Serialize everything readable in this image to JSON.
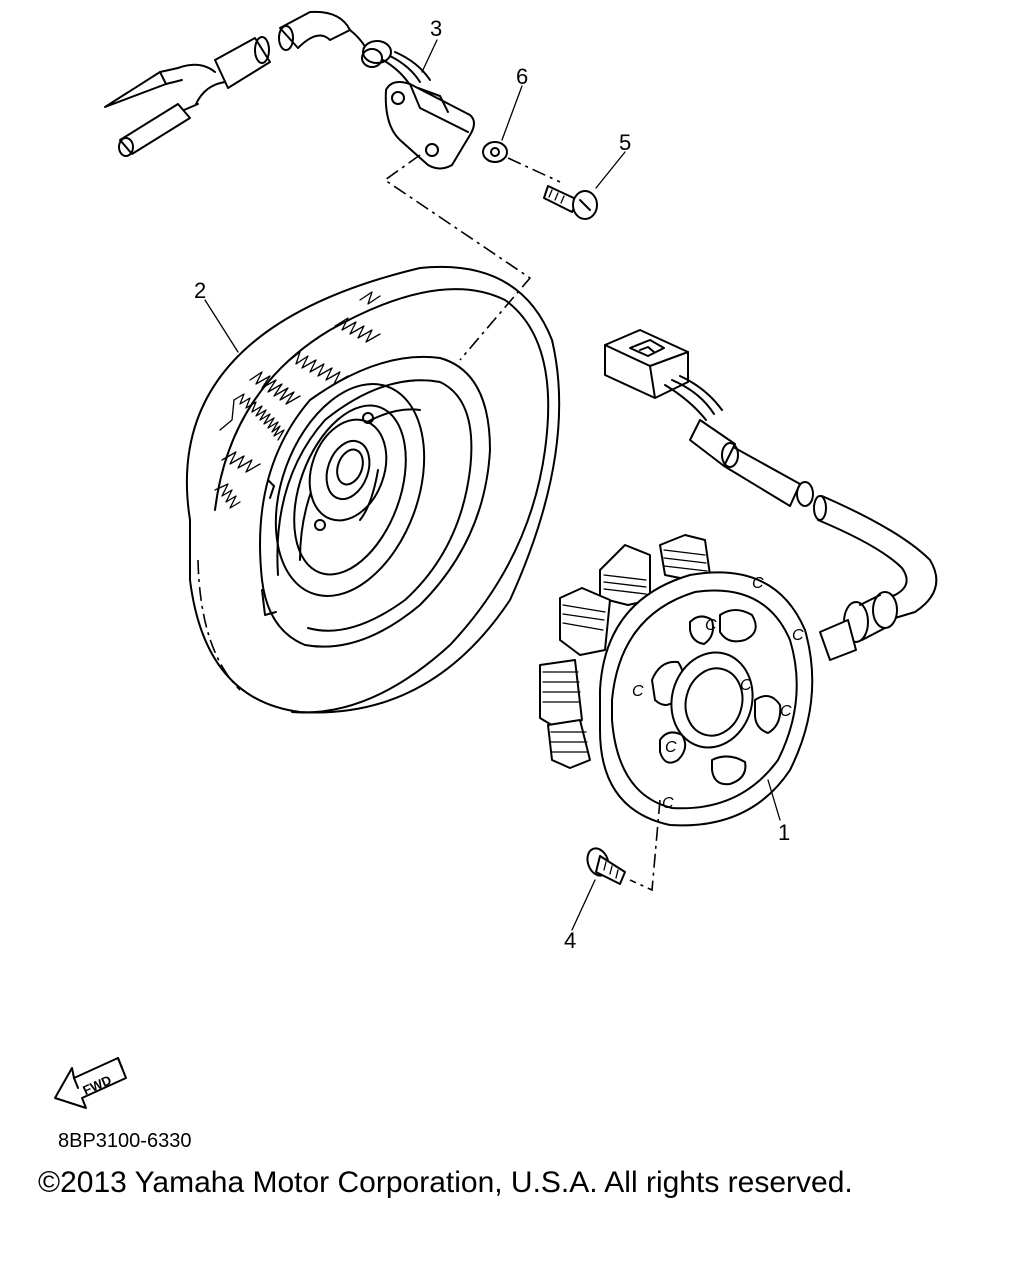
{
  "diagram": {
    "callouts": [
      {
        "id": "1",
        "label": "1"
      },
      {
        "id": "2",
        "label": "2"
      },
      {
        "id": "3",
        "label": "3"
      },
      {
        "id": "4",
        "label": "4"
      },
      {
        "id": "5",
        "label": "5"
      },
      {
        "id": "6",
        "label": "6"
      }
    ],
    "stator_mark": "C",
    "fwd_label": "FWD"
  },
  "footer": {
    "part_code": "8BP3100-6330",
    "copyright": "©2013 Yamaha Motor Corporation, U.S.A. All rights reserved."
  }
}
